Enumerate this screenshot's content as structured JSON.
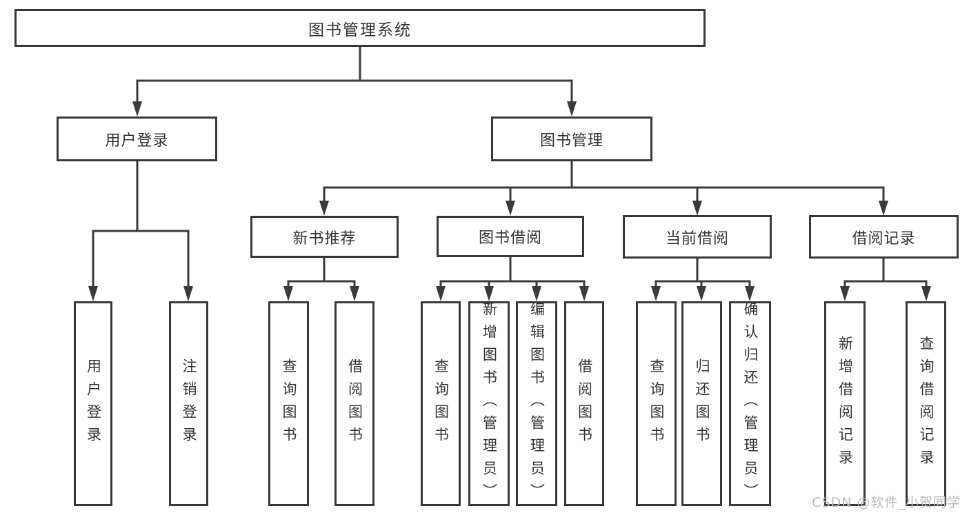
{
  "tree": {
    "root": {
      "label": "图书管理系统"
    },
    "level2": [
      {
        "label": "用户登录",
        "children": [
          {
            "label": "用户登录"
          },
          {
            "label": "注销登录"
          }
        ]
      },
      {
        "label": "图书管理",
        "children": [
          {
            "label": "新书推荐",
            "children": [
              {
                "label": "查询图书"
              },
              {
                "label": "借阅图书"
              }
            ]
          },
          {
            "label": "图书借阅",
            "children": [
              {
                "label": "查询图书"
              },
              {
                "label": "新增图书（管理员）"
              },
              {
                "label": "编辑图书（管理员）"
              },
              {
                "label": "借阅图书"
              }
            ]
          },
          {
            "label": "当前借阅",
            "children": [
              {
                "label": "查询图书"
              },
              {
                "label": "归还图书"
              },
              {
                "label": "确认归还（管理员）"
              }
            ]
          },
          {
            "label": "借阅记录",
            "children": [
              {
                "label": "新增借阅记录"
              },
              {
                "label": "查询借阅记录"
              }
            ]
          }
        ]
      }
    ]
  },
  "watermark": {
    "text": "CSDN @软件_小贺同学",
    "color": "#b8b8b8"
  },
  "colors": {
    "line": "#3a3a3c",
    "border": "#38383a",
    "text": "#333333",
    "background": "#ffffff"
  }
}
